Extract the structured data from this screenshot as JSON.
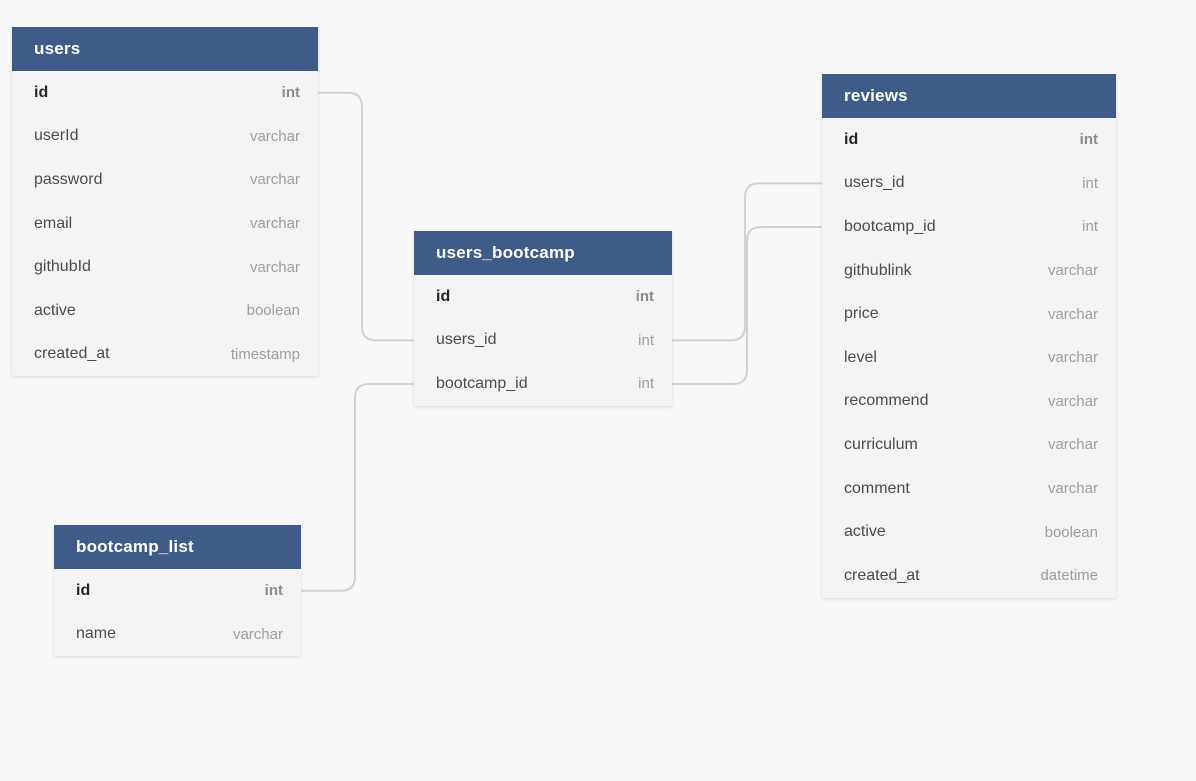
{
  "diagram": {
    "colors": {
      "header_bg": "#3e5c87",
      "header_text": "#ffffff",
      "body_bg": "#f4f4f4",
      "page_bg": "#f8f8f9",
      "connector": "#d2d2d2"
    },
    "tables": [
      {
        "name": "users",
        "fields": [
          {
            "name": "id",
            "type": "int",
            "pk": true
          },
          {
            "name": "userId",
            "type": "varchar",
            "pk": false
          },
          {
            "name": "password",
            "type": "varchar",
            "pk": false
          },
          {
            "name": "email",
            "type": "varchar",
            "pk": false
          },
          {
            "name": "githubId",
            "type": "varchar",
            "pk": false
          },
          {
            "name": "active",
            "type": "boolean",
            "pk": false
          },
          {
            "name": "created_at",
            "type": "timestamp",
            "pk": false
          }
        ]
      },
      {
        "name": "users_bootcamp",
        "fields": [
          {
            "name": "id",
            "type": "int",
            "pk": true
          },
          {
            "name": "users_id",
            "type": "int",
            "pk": false
          },
          {
            "name": "bootcamp_id",
            "type": "int",
            "pk": false
          }
        ]
      },
      {
        "name": "reviews",
        "fields": [
          {
            "name": "id",
            "type": "int",
            "pk": true
          },
          {
            "name": "users_id",
            "type": "int",
            "pk": false
          },
          {
            "name": "bootcamp_id",
            "type": "int",
            "pk": false
          },
          {
            "name": "githublink",
            "type": "varchar",
            "pk": false
          },
          {
            "name": "price",
            "type": "varchar",
            "pk": false
          },
          {
            "name": "level",
            "type": "varchar",
            "pk": false
          },
          {
            "name": "recommend",
            "type": "varchar",
            "pk": false
          },
          {
            "name": "curriculum",
            "type": "varchar",
            "pk": false
          },
          {
            "name": "comment",
            "type": "varchar",
            "pk": false
          },
          {
            "name": "active",
            "type": "boolean",
            "pk": false
          },
          {
            "name": "created_at",
            "type": "datetime",
            "pk": false
          }
        ]
      },
      {
        "name": "bootcamp_list",
        "fields": [
          {
            "name": "id",
            "type": "int",
            "pk": true
          },
          {
            "name": "name",
            "type": "varchar",
            "pk": false
          }
        ]
      }
    ],
    "relationships": [
      {
        "from": "users.id",
        "to": "users_bootcamp.users_id"
      },
      {
        "from": "users_bootcamp.users_id",
        "to": "reviews.users_id"
      },
      {
        "from": "users_bootcamp.bootcamp_id",
        "to": "reviews.bootcamp_id"
      },
      {
        "from": "bootcamp_list.id",
        "to": "users_bootcamp.bootcamp_id"
      }
    ]
  }
}
